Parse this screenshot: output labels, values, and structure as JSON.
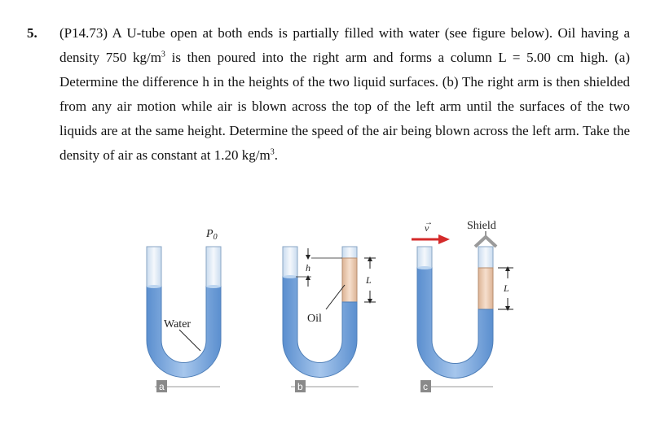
{
  "problem": {
    "number": "5.",
    "text_part1": "(P14.73) A U-tube open at both ends is partially filled with water (see figure below). Oil having a density 750 kg/m",
    "sup1": "3",
    "text_part2": " is then poured into the right arm and forms a column L = 5.00 cm high. (a) Determine the difference h in the heights of the two liquid surfaces. (b) The right arm is then shielded from any air motion while air is blown across the top of the left arm until the surfaces of the two liquids are at the same height. Determine the speed of the air being blown across the left arm. Take the density of air as constant at 1.20 kg/m",
    "sup2": "3",
    "text_part3": "."
  },
  "figure": {
    "label_P0": "P",
    "label_P0_sub": "0",
    "label_water": "Water",
    "label_oil": "Oil",
    "label_h": "h",
    "label_L_b": "L",
    "label_L_c": "L",
    "label_v": "v",
    "label_shield": "Shield",
    "panel_a": "a",
    "panel_b": "b",
    "panel_c": "c"
  },
  "colors": {
    "water": "#6f9fd6",
    "water_light": "#a9c8ec",
    "oil": "#e8c6ae",
    "tube_empty": "#dfe9f4",
    "tube_outline": "#8aa6c4",
    "arrow_red": "#d42a2a",
    "panel_label_bg": "#8a8a8a"
  }
}
